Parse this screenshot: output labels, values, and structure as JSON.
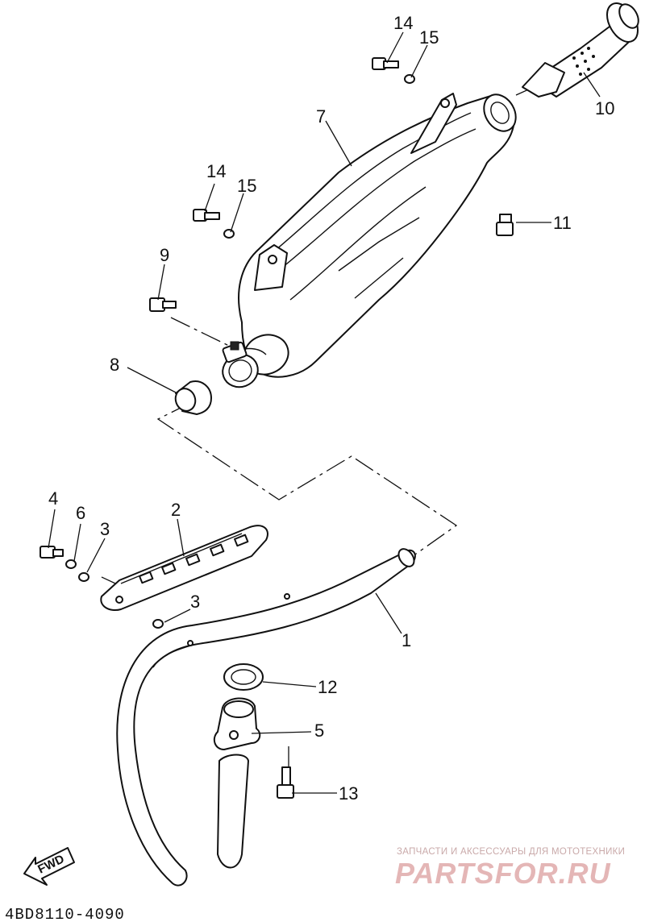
{
  "diagram": {
    "callouts": [
      {
        "id": "c14a",
        "text": "14"
      },
      {
        "id": "c15a",
        "text": "15"
      },
      {
        "id": "c10",
        "text": "10"
      },
      {
        "id": "c7",
        "text": "7"
      },
      {
        "id": "c14b",
        "text": "14"
      },
      {
        "id": "c15b",
        "text": "15"
      },
      {
        "id": "c11",
        "text": "11"
      },
      {
        "id": "c9",
        "text": "9"
      },
      {
        "id": "c8",
        "text": "8"
      },
      {
        "id": "c4",
        "text": "4"
      },
      {
        "id": "c6",
        "text": "6"
      },
      {
        "id": "c3a",
        "text": "3"
      },
      {
        "id": "c2",
        "text": "2"
      },
      {
        "id": "c3b",
        "text": "3"
      },
      {
        "id": "c1",
        "text": "1"
      },
      {
        "id": "c12",
        "text": "12"
      },
      {
        "id": "c5",
        "text": "5"
      },
      {
        "id": "c13",
        "text": "13"
      }
    ],
    "fwd_label": "FWD",
    "drawing_code": "4BD8110-4090"
  },
  "watermark": {
    "top_line": "ЗАПЧАСТИ И АКСЕССУАРЫ ДЛЯ МОТОТЕХНИКИ",
    "brand": "PARTSFOR.RU"
  }
}
